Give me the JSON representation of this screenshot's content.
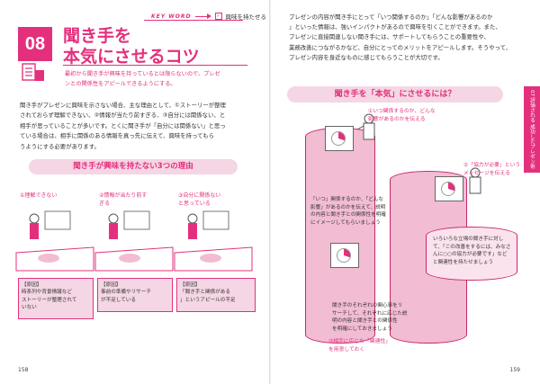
{
  "left": {
    "keyword_label": "KEY WORD",
    "keyword_text": "興味を持たせる",
    "number": "08",
    "title_line1": "聞き手を",
    "title_line2": "本気にさせるコツ",
    "lead_line1": "最初から聞き手が興味を持っているとは限らないので、プレゼ",
    "lead_line2": "ンとの関係性をアピールできるようにする。",
    "body_line1": "聞き手がプレゼンに興味を示さない場合、主な理由として、①ストーリーが整理",
    "body_line2": "されておらず理解できない、②情報が当たり前すぎる、③自分には関係ない、と",
    "body_line3": "相手が思っていることが多いです。とくに聞き手が「自分には関係ない」と思っ",
    "body_line4": "ている場合は、相手に関係のある情報を真っ先に伝えて、興味を持ってもら",
    "body_line5": "うようにする必要があります。",
    "banner": "聞き手が興味を持たない3つの理由",
    "reason1": "①理解できない",
    "reason2_line1": "②情報が当たり前す",
    "reason2_line2": "ぎる",
    "reason3_line1": "③自分に関係ない",
    "reason3_line2": "と思っている",
    "gen1_tag": "【原因】",
    "gen1_line1": "時系列や背景情報など",
    "gen1_line2": "ストーリーが整理されて",
    "gen1_line3": "いない",
    "gen2_tag": "【原因】",
    "gen2_line1": "事前の準備やリサーチ",
    "gen2_line2": "が不足している",
    "gen3_tag": "【原因】",
    "gen3_line1": "「聞き手と関係がある",
    "gen3_line2": "」というアピールの不足",
    "page_number": "158"
  },
  "right": {
    "text_line1": "プレゼンの内容が聞き手にとって「いつ関係するのか」「どんな影響があるのか",
    "text_line2": "」といった情報は、強いインパクトがあるので興味を引くことができます。また、",
    "text_line3": "プレゼンに直接関連しない聞き手には、サポートしてもらうことの重要性や、",
    "text_line4": "業務改善につながるかなど、自分にとってのメリットをアピールします。そうやって、",
    "text_line5": "プレゼン内容を身近なものに感じてもらうことが大切です。",
    "heading": "聞き手を「本気」にさせるには？",
    "side_tab": "07 評価される\n成功したプレゼン術",
    "p1_line1": "①いつ関係するのか、どんな",
    "p1_line2": "影響があるのかを伝える",
    "p2_line1": "②「協力が必要」という",
    "p2_line2": "メッセージを伝える",
    "note1_line1": "「いつ」関係するのか、「どんな",
    "note1_line2": "影響」があるのかを伝えて、説明",
    "note1_line3": "の内容と聞き手との関係性を明確",
    "note1_line4": "にイメージしてもらいましょう",
    "note2_line1": "いろいろな立場の聞き手に対し",
    "note2_line2": "て、「この改善をするには、みなさ",
    "note2_line3": "んに○○の協力が必要です」など",
    "note2_line4": "と関連性を持たせましょう",
    "note3_line1": "聞き手のそれぞれの関心事をリ",
    "note3_line2": "サーチして、それぞれに応じた説",
    "note3_line3": "明の内容と聞き手との関係性",
    "note3_line4": "を明確にしておきましょう",
    "p3_line1": "③相手に応じた「関連性」",
    "p3_line2": "を用意しておく",
    "page_number": "159"
  }
}
